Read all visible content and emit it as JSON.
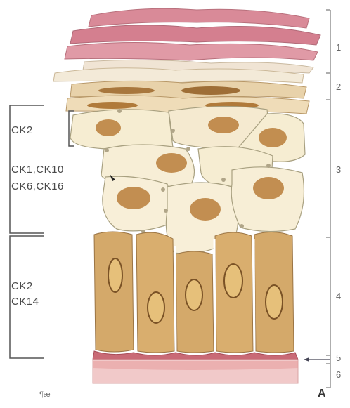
{
  "keratin_labels": {
    "suprabasal_upper": "CK2",
    "suprabasal_middle_line1": "CK1,CK10",
    "suprabasal_middle_line2": "CK6,CK16",
    "basal_line1": "CK2",
    "basal_line2": "CK14"
  },
  "layer_numbers": [
    "1",
    "2",
    "3",
    "4",
    "5",
    "6"
  ],
  "panel_letter": "A",
  "corner_mark": "¶æ",
  "colors": {
    "cornified": "#d98a98",
    "granular": "#c79b6b",
    "spinous_cell": "#f5ecd0",
    "nucleus": "#b07a3a",
    "basal_cell": "#d4a96a",
    "basement": "#e8a0a0",
    "dermis": "#f1c9c9"
  }
}
